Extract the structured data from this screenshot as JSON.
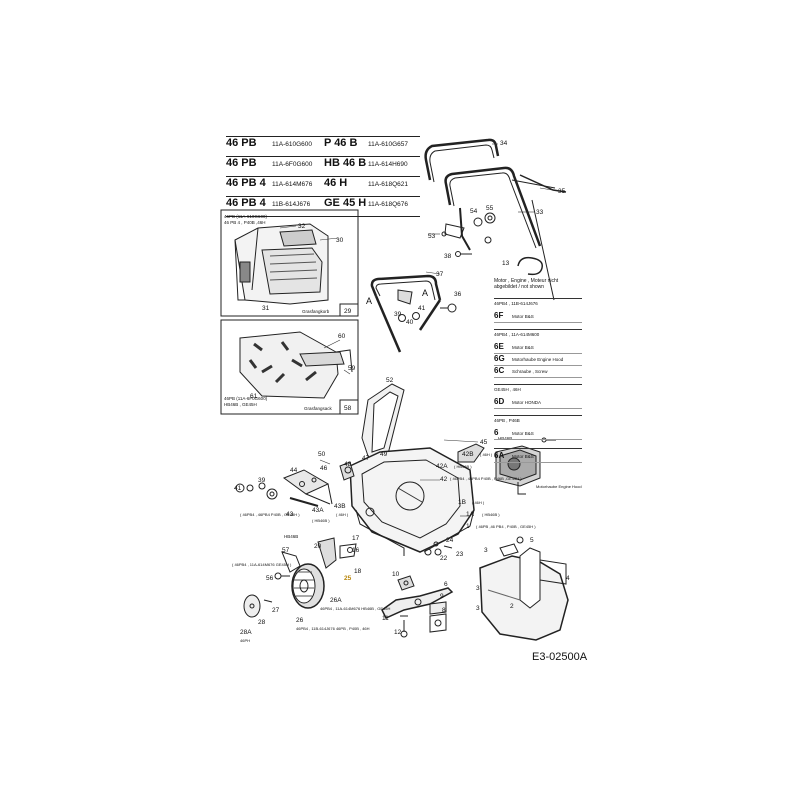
{
  "models": [
    {
      "name": "46 PB",
      "code": "11A-610G600",
      "name2": "P 46 B",
      "code2": "11A-610G657"
    },
    {
      "name": "46 PB",
      "code": "11A-6F0G600",
      "name2": "HB 46 B",
      "code2": "11A-614H690"
    },
    {
      "name": "46 PB 4",
      "code": "11A-614M676",
      "name2": "46 H",
      "code2": "11A-618Q621"
    },
    {
      "name": "46 PB 4",
      "code": "11B-614J676",
      "name2": "GE 45 H",
      "code2": "11A-618Q676"
    }
  ],
  "boxes": {
    "grassbag": {
      "models": "46PB (11A-610G600)",
      "models2": "46 PB 4 , P40B ,46H",
      "caption": "Grasfangkorb",
      "num": "29"
    },
    "bagframe": {
      "models": "46PB (11A-6F0G600)",
      "models2": "HB46B , GE45H",
      "caption": "Grasfangsack",
      "num": "58"
    }
  },
  "legend": {
    "header": "Motor , Engine , Moteur nicht abgebildet / not shown",
    "groups": [
      {
        "models": "46PB4 , 11B-614J676",
        "entries": [
          {
            "code": "6F",
            "desc": "Motor B&S"
          }
        ]
      },
      {
        "models": "46PB4 , 11A-614M600",
        "entries": [
          {
            "code": "6E",
            "desc": "Motor B&S"
          },
          {
            "code": "6G",
            "desc": "Motorhaube Engine Hood"
          },
          {
            "code": "6C",
            "desc": "Schraube , Screw"
          }
        ]
      },
      {
        "models": "GE45H , 46H",
        "entries": [
          {
            "code": "6D",
            "desc": "Motor HONDA"
          }
        ]
      },
      {
        "models": "46PB , P46B",
        "entries": [
          {
            "code": "6",
            "desc": "Motor B&S"
          }
        ]
      },
      {
        "models": "",
        "entries": [
          {
            "code": "6A",
            "desc": "Motor B&S"
          }
        ]
      }
    ],
    "hb46b": "HB46B",
    "engine_callout": "Motorhaube Engine Hood"
  },
  "callouts": {
    "c34": "34",
    "c35": "35",
    "c33": "33",
    "c55": "55",
    "c54": "54",
    "c53": "53",
    "c38": "38",
    "c13": "13",
    "c32": "32",
    "c30": "30",
    "c31": "31",
    "c37": "37",
    "c36": "36",
    "c41": "41",
    "c39": "39",
    "c40": "40",
    "A1": "A",
    "A2": "A",
    "c60": "60",
    "c59": "59",
    "c61": "61",
    "c52": "52",
    "c45": "45",
    "c42b": "42B",
    "c42b_note": "( 46H )",
    "c42a": "42A",
    "c42a_note": "( HB46B )",
    "c42": "42",
    "c42_note": "( 46PB4 , 46PB4 P40B , P46B ,GE45H )",
    "c1b": "1B",
    "c1b_note": "( 46H )",
    "c1a": "1A",
    "c1a_note": "( HB46B )",
    "c1": "1",
    "c1_note": "( 46PB ,46 PB4 , P40B , GE45H )",
    "c50": "50",
    "c47": "47",
    "c49": "49",
    "c46": "46",
    "c44": "44",
    "c48": "48",
    "c41b": "41",
    "c39b": "39",
    "c43": "43",
    "c43_note": "( 46PB4 , 46PB4 P40B , GE45H )",
    "c43a": "43A",
    "c43a_note": "( HB46B )",
    "c43b": "43B",
    "c43b_note": "( 46H )",
    "c57": "57",
    "hb46b_label": "HB46B",
    "c56": "56",
    "c56_note": "( 46PB4 , 11A-614M676 GE45H )",
    "c27": "27",
    "c28": "28",
    "c28a": "28A",
    "c28a_note": "46PH",
    "c26": "26",
    "c26_note": "46PB4 , 11B-614J676 46PB , P40B , 46H",
    "c26a": "26A",
    "c26a_note": "46PB4 , 11A-614M676 HB46B , GE45H",
    "c20": "20",
    "c17": "17",
    "c16": "16",
    "c18": "18",
    "c25": "25",
    "c10": "10",
    "c6": "6",
    "c11": "11",
    "c12": "12",
    "c9": "9",
    "c8": "8",
    "c3a": "3",
    "c5": "5",
    "c4": "4",
    "c3b": "3",
    "c3c": "3",
    "c2": "2",
    "c24": "24",
    "c23": "23",
    "c22": "22"
  },
  "doc_ref": "E3-02500A"
}
